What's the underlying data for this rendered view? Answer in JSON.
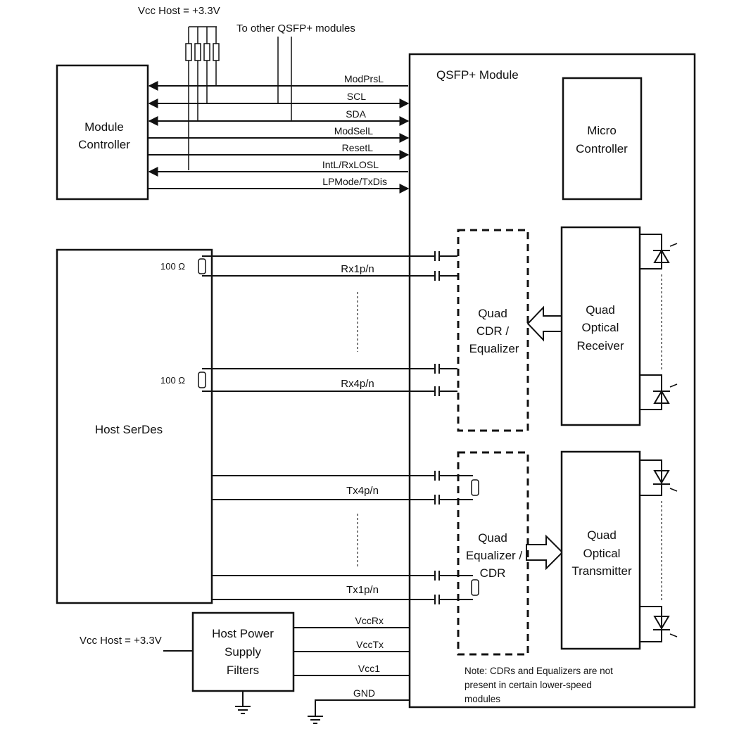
{
  "labels": {
    "vcc_host_top": "Vcc Host = +3.3V",
    "to_other": "To other QSFP+ modules",
    "module_controller_1": "Module",
    "module_controller_2": "Controller",
    "qsfp_module": "QSFP+ Module",
    "micro_1": "Micro",
    "micro_2": "Controller",
    "host_serdes": "Host SerDes",
    "quad_cdr_1": "Quad",
    "quad_cdr_2": "CDR /",
    "quad_cdr_3": "Equalizer",
    "quad_rx_1": "Quad",
    "quad_rx_2": "Optical",
    "quad_rx_3": "Receiver",
    "quad_eq_1": "Quad",
    "quad_eq_2": "Equalizer /",
    "quad_eq_3": "CDR",
    "quad_tx_1": "Quad",
    "quad_tx_2": "Optical",
    "quad_tx_3": "Transmitter",
    "psu_1": "Host Power",
    "psu_2": "Supply",
    "psu_3": "Filters",
    "vcc_host_bottom": "Vcc Host = +3.3V",
    "res_100_1": "100 Ω",
    "res_100_2": "100 Ω",
    "note_1": "Note: CDRs and Equalizers are not",
    "note_2": "present in certain lower-speed",
    "note_3": "modules"
  },
  "signals": {
    "modprsl": "ModPrsL",
    "scl": "SCL",
    "sda": "SDA",
    "modsel": "ModSelL",
    "resetl": "ResetL",
    "intl": "IntL/RxLOSL",
    "lpmode": "LPMode/TxDis",
    "rx1": "Rx1p/n",
    "rx4": "Rx4p/n",
    "tx4": "Tx4p/n",
    "tx1": "Tx1p/n",
    "vccrx": "VccRx",
    "vcctx": "VccTx",
    "vcc1": "Vcc1",
    "gnd": "GND"
  }
}
